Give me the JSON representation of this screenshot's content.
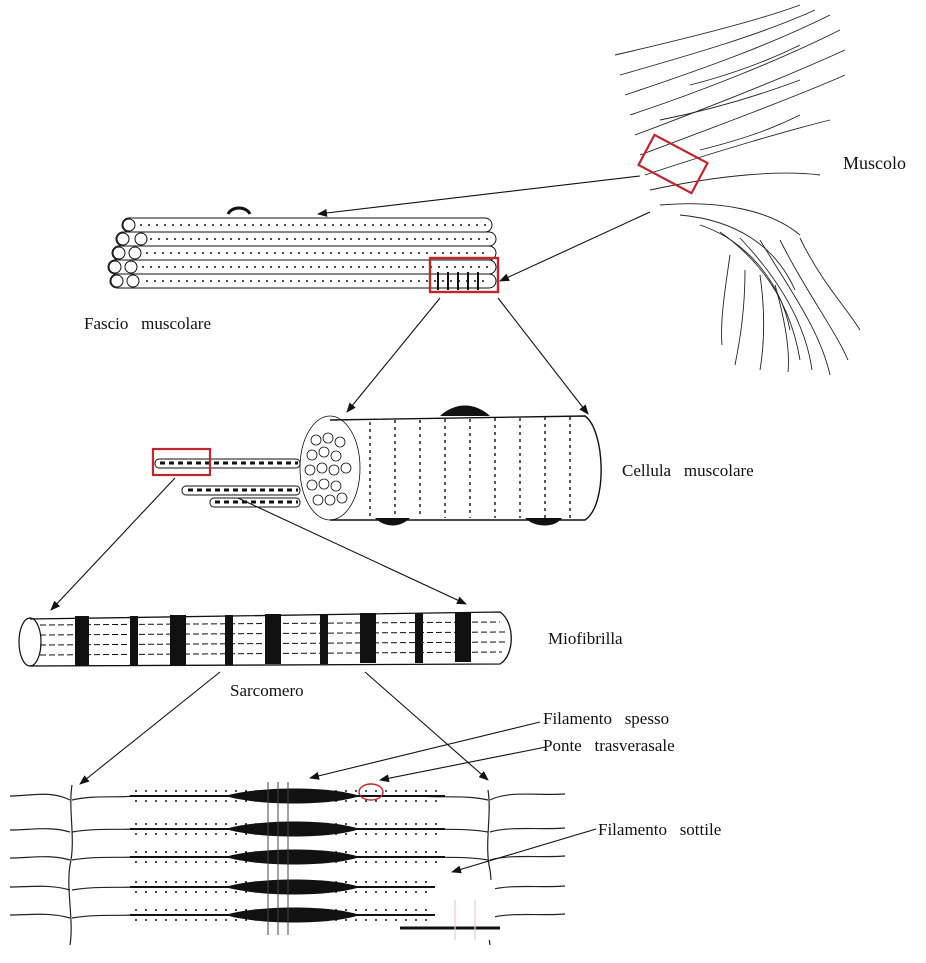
{
  "labels": {
    "muscolo": "Muscolo",
    "fascio": "Fascio   muscolare",
    "cellula": "Cellula   muscolare",
    "miofibrilla": "Miofibrilla",
    "sarcomero": "Sarcomero",
    "filamento_spesso": "Filamento   spesso",
    "ponte_trasversale": "Ponte   trasverasale",
    "filamento_sottile": "Filamento   sottile"
  },
  "colors": {
    "ink": "#111111",
    "highlight_box": "#c0262b"
  }
}
